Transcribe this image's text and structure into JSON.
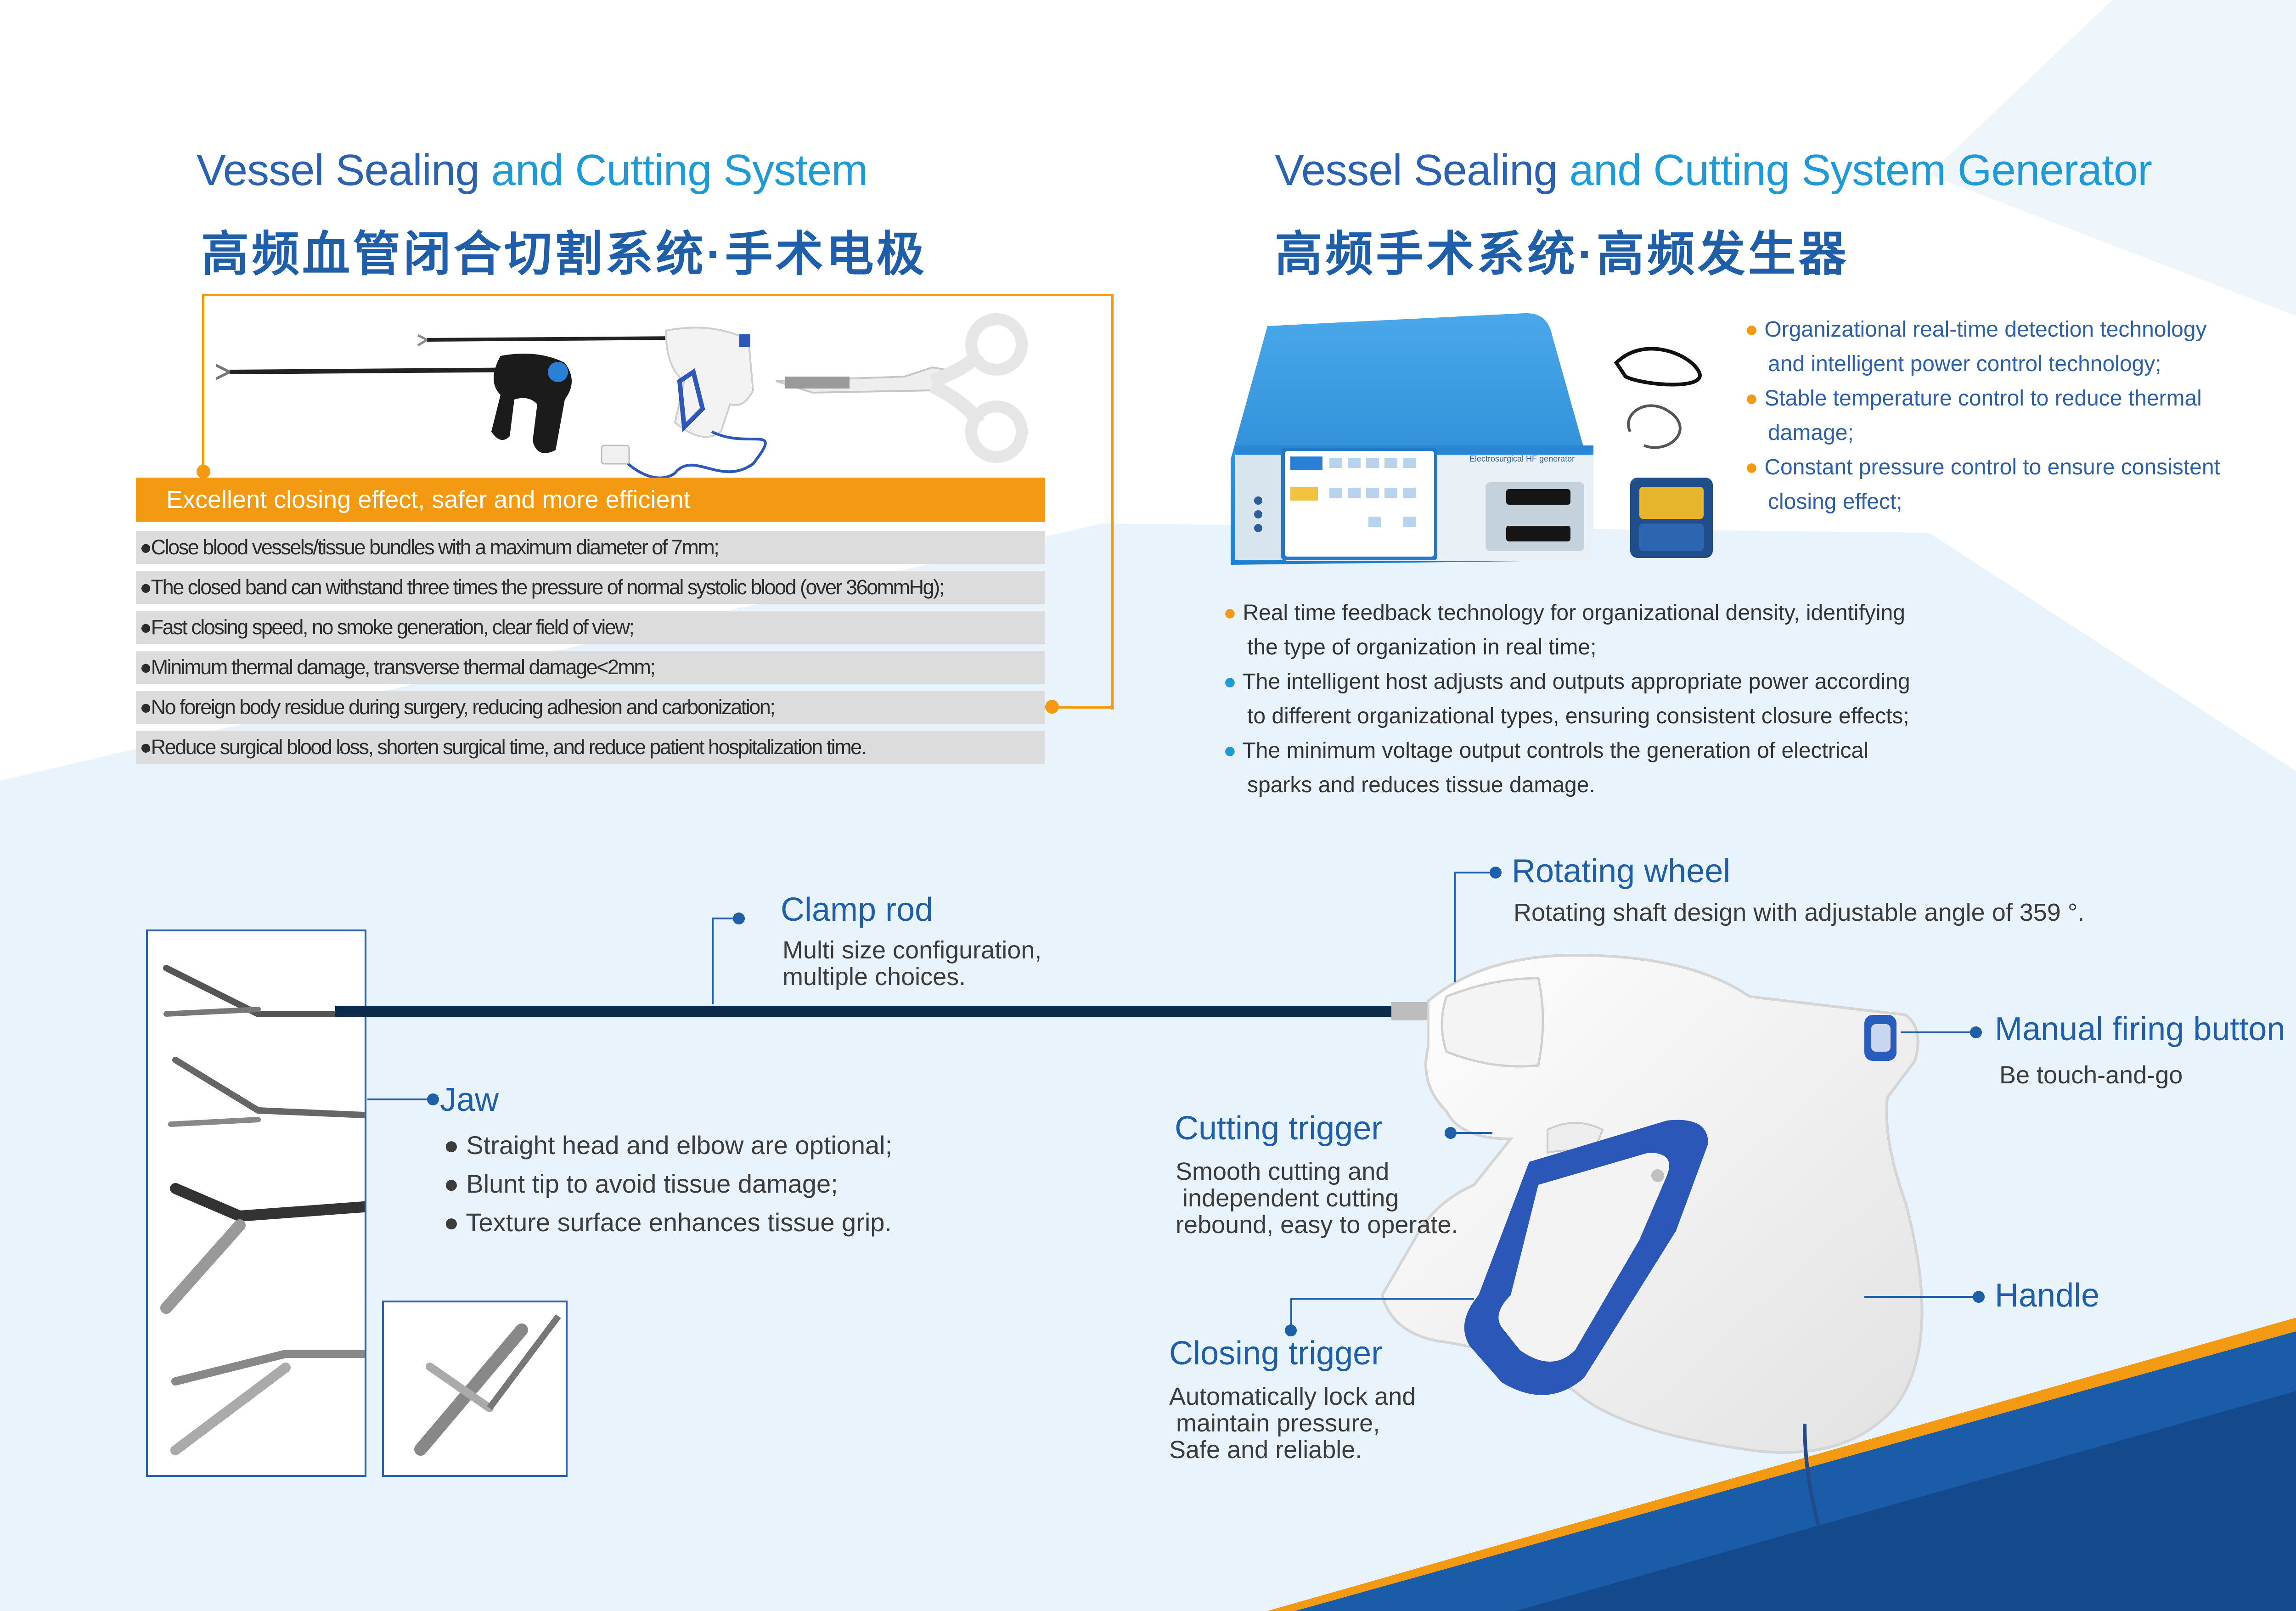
{
  "left_section": {
    "title_en_part1": "Vessel Sealing",
    "title_en_part2": " and Cutting System",
    "title_cn": "高频血管闭合切割系统·手术电极",
    "banner": "Excellent closing effect, safer and more efficient",
    "features": [
      "●Close blood vessels/tissue bundles with a maximum diameter of 7mm;",
      "●The closed band can withstand three times the pressure of normal systolic blood (over 36ommHg);",
      "●Fast closing speed, no smoke generation, clear field of view;",
      "●Minimum thermal damage, transverse thermal damage<2mm;",
      "●No foreign body residue during surgery, reducing adhesion and carbonization;",
      "●Reduce surgical blood loss, shorten surgical time, and reduce patient hospitalization time."
    ]
  },
  "right_section": {
    "title_en_part1": "Vessel Sealing",
    "title_en_part2": " and Cutting System Generator",
    "title_cn": "高频手术系统·高频发生器",
    "generator_panel_label": "Electrosurgical HF generator",
    "side_bullets": [
      {
        "line1": "Organizational real-time detection technology",
        "line2": "and intelligent power control technology;"
      },
      {
        "line1": "Stable temperature control to reduce thermal",
        "line2": "damage;"
      },
      {
        "line1": "Constant pressure control to ensure consistent",
        "line2": "closing effect;"
      }
    ],
    "main_bullets": [
      {
        "line1": "Real time feedback technology for organizational density, identifying",
        "line2": "the type of organization in real time;",
        "dot": "orange"
      },
      {
        "line1": "The intelligent host adjusts and outputs appropriate power according",
        "line2": "to different organizational types, ensuring consistent closure effects;",
        "dot": "blue"
      },
      {
        "line1": "The minimum voltage output controls the generation of electrical",
        "line2": "sparks and reduces tissue damage.",
        "dot": "blue"
      }
    ]
  },
  "callouts": {
    "clamp_rod": {
      "title": "Clamp rod",
      "body": "Multi size configuration,\nmultiple choices."
    },
    "jaw": {
      "title": "Jaw",
      "items": [
        "● Straight head and elbow are optional;",
        "● Blunt tip to avoid tissue damage;",
        "● Texture surface enhances tissue grip."
      ]
    },
    "rotating_wheel": {
      "title": "Rotating wheel",
      "body": "Rotating shaft design with adjustable angle of 359 °."
    },
    "manual_firing": {
      "title": "Manual firing button",
      "body": "Be touch-and-go"
    },
    "cutting_trigger": {
      "title": "Cutting trigger",
      "body": "Smooth cutting and\n independent cutting\nrebound, easy to operate."
    },
    "closing_trigger": {
      "title": "Closing trigger",
      "body": "Automatically lock and\n maintain pressure,\nSafe and reliable."
    },
    "handle": {
      "title": "Handle"
    }
  },
  "colors": {
    "accent_blue": "#1f5ea8",
    "light_blue": "#1f9ad6",
    "orange": "#f39a12",
    "background_tint": "#e8f3fb"
  }
}
